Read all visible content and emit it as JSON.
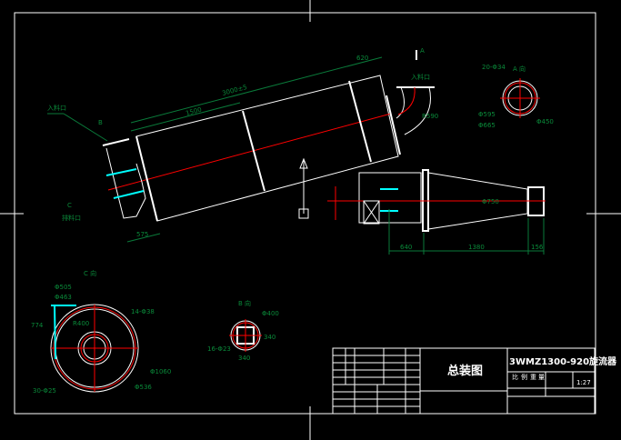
{
  "title_block": {
    "drawing_name": "总装图",
    "product_name": "3WMZ1300-920旋流器",
    "scale": "1:27",
    "header_cells": [
      "比",
      "例",
      "重",
      "量"
    ]
  },
  "labels": {
    "inlet_left": "入料口",
    "discharge": "排料口",
    "inlet_top": "入料口",
    "view_a": "A 向",
    "view_b": "B 向",
    "view_c": "C 向",
    "section_arrow_b": "B",
    "section_arrow_c": "C",
    "section_arrow_a": "A"
  },
  "dimensions": {
    "main_length": "3000±5",
    "section_1": "1500",
    "top_right": "620",
    "bottom_left": "575",
    "elbow": "R590",
    "cone_d": "Φ750",
    "bottom_1": "640",
    "bottom_2": "1380",
    "bottom_3": "156",
    "a_holes": "20-Φ34",
    "a_d1": "Φ595",
    "a_d2": "Φ665",
    "a_d3": "Φ450",
    "c_d1": "Φ505",
    "c_d2": "Φ463",
    "c_h": "774",
    "c_r": "R400",
    "c_holes1": "14-Φ38",
    "c_d3": "Φ1060",
    "c_d4": "Φ536",
    "c_holes2": "30-Φ25",
    "b_d": "Φ400",
    "b_h": "340",
    "b_w": "340",
    "b_holes": "16-Φ23"
  }
}
